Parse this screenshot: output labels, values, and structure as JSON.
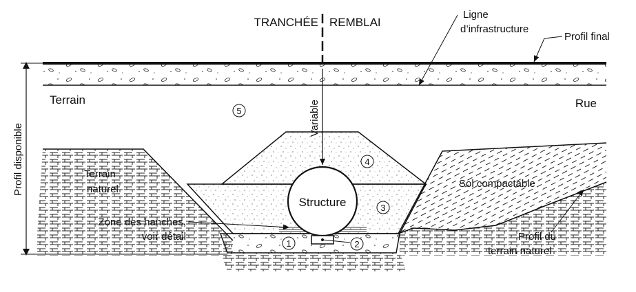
{
  "diagram": {
    "header": {
      "left": "TRANCHÉE",
      "right": "REMBLAI"
    },
    "labels": {
      "ligne_infrastructure": [
        "Ligne",
        "d’infrastructure"
      ],
      "profil_final": "Profil final",
      "terrain": "Terrain",
      "rue": "Rue",
      "variable": "Variable",
      "profil_disponible": "Profil disponible",
      "terrain_naturel": [
        "Terrain",
        "naturel"
      ],
      "sol_compactable": "Sol compactable",
      "structure": "Structure",
      "zone_hanches": [
        "Zone des hanches,",
        "voir détail"
      ],
      "profil_terrain_naturel": [
        "Profil du",
        "terrain naturel"
      ]
    },
    "zones": [
      "1",
      "2",
      "3",
      "4",
      "5"
    ],
    "colors": {
      "line": "#111111",
      "fill": "#ffffff"
    }
  }
}
